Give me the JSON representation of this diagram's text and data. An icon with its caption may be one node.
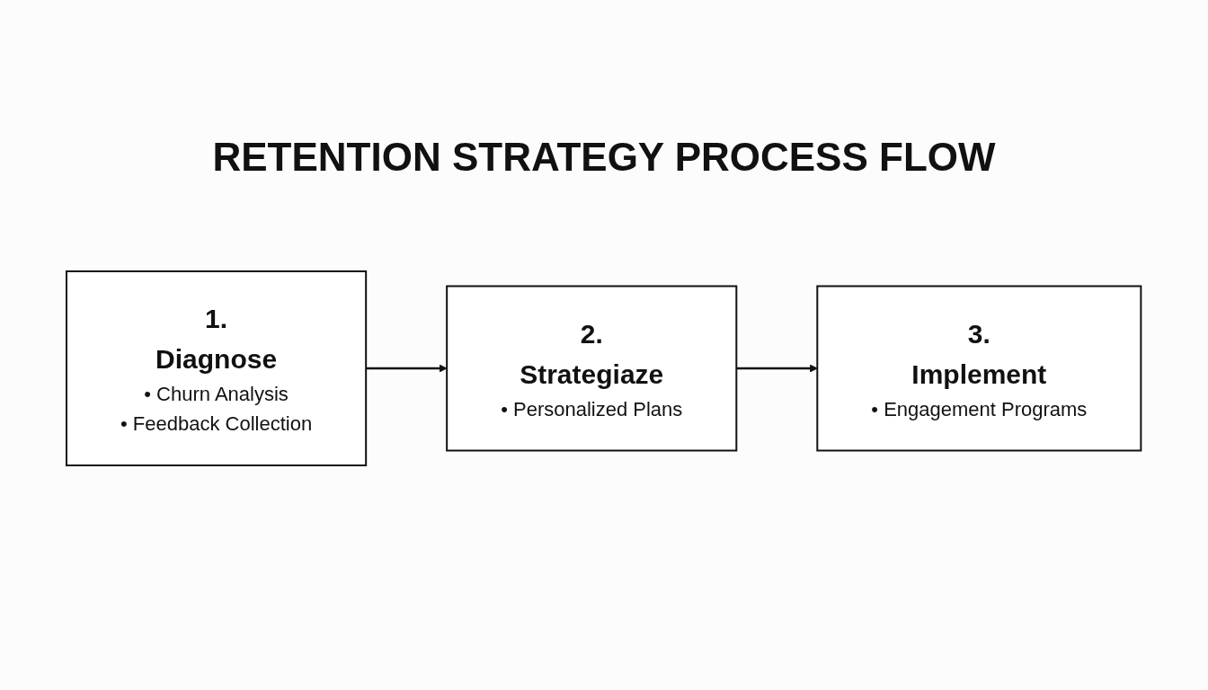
{
  "diagram": {
    "title": "RETENTION STRATEGY PROCESS FLOW",
    "nodes": [
      {
        "text": [
          "1.",
          "Diagnose",
          "• Churn Analysis",
          "• Feedback Collection"
        ]
      },
      {
        "text": [
          "2.",
          "Strategiaze",
          "• Personalized Plans"
        ]
      },
      {
        "text": [
          "3.",
          "Implement",
          "• Engagement Programs"
        ]
      }
    ],
    "edges": [
      {
        "from": 0,
        "to": 1,
        "arrow": "to"
      },
      {
        "from": 1,
        "to": 2,
        "arrow": "to"
      }
    ]
  }
}
